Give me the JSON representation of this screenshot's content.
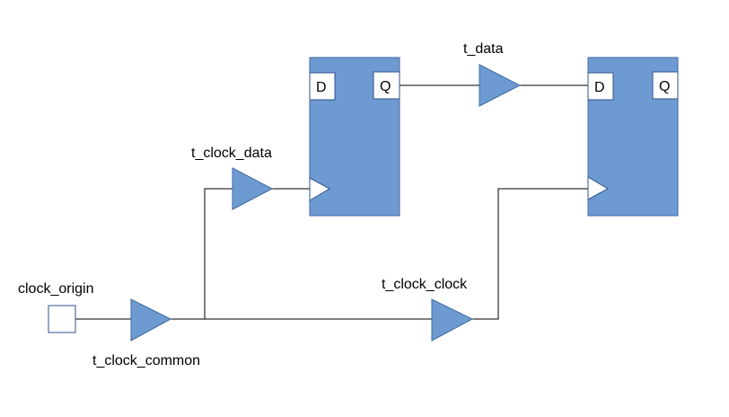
{
  "labels": {
    "clock_origin": "clock_origin",
    "t_clock_common": "t_clock_common",
    "t_clock_data": "t_clock_data",
    "t_clock_clock": "t_clock_clock",
    "t_data": "t_data"
  },
  "flipflop_1": {
    "d_pin": "D",
    "q_pin": "Q"
  },
  "flipflop_2": {
    "d_pin": "D",
    "q_pin": "Q"
  },
  "colors": {
    "block_fill": "#6d9bd1",
    "block_border": "#3f6aa3",
    "pin_fill": "#ffffff",
    "wire": "#000000"
  }
}
